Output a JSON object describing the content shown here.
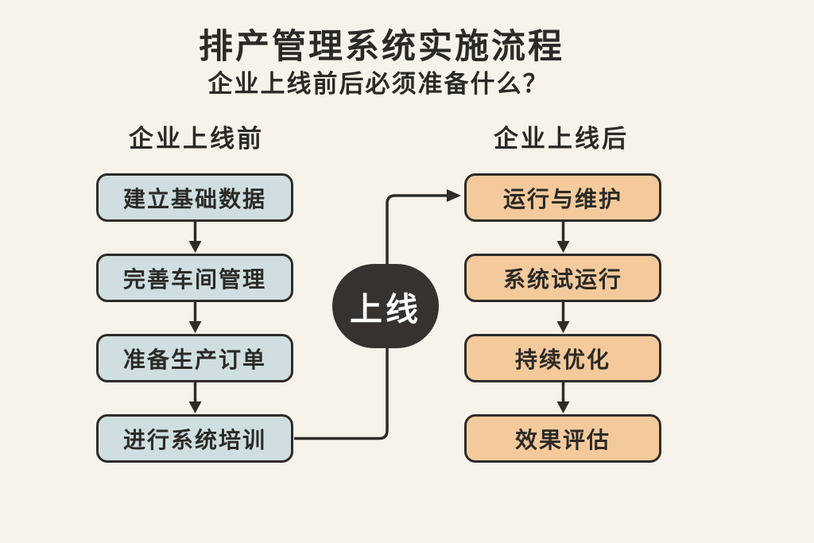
{
  "header": {
    "title": "排产管理系统实施流程",
    "subtitle": "企业上线前后必须准备什么？"
  },
  "columns": {
    "before": {
      "heading": "企业上线前",
      "steps": [
        "建立基础数据",
        "完善车间管理",
        "准备生产订单",
        "进行系统培训"
      ]
    },
    "after": {
      "heading": "企业上线后",
      "steps": [
        "运行与维护",
        "系统试运行",
        "持续优化",
        "效果评估"
      ]
    }
  },
  "center_node": {
    "label": "上线"
  },
  "flow": {
    "before_sequence": "建立基础数据 → 完善车间管理 → 准备生产订单 → 进行系统培训",
    "transition": "进行系统培训 → 上线 → 运行与维护",
    "after_sequence": "运行与维护 → 系统试运行 → 持续优化 → 效果评估"
  },
  "colors": {
    "background": "#f8f3ea",
    "before_box_fill": "#cfdee0",
    "after_box_fill": "#f4ca9c",
    "outline": "#2e2c28",
    "center_node_fill": "#35322f",
    "center_node_text": "#ffffff",
    "text": "#2b2a26"
  }
}
